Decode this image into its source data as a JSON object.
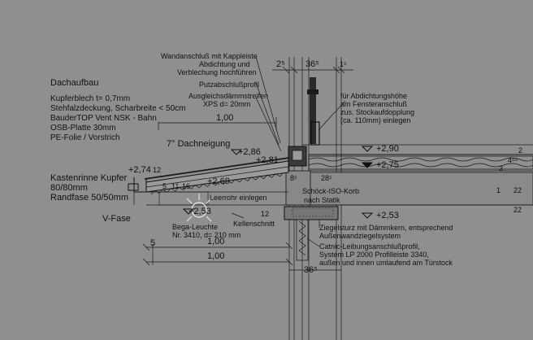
{
  "notes_left": {
    "title": "Dachaufbau",
    "lines": [
      "Kupferblech t= 0,7mm",
      "Stehfalzdeckung, Scharbreite < 50cm",
      "BauderTOP Vent NSK - Bahn",
      "OSB-Platte 30mm",
      "PE-Folie / Vorstrich"
    ],
    "gutter": [
      "Kastenrinne Kupfer",
      "80/80mm",
      "Randfase 50/50mm"
    ],
    "vfase": "V-Fase"
  },
  "callouts_top": [
    "Wandanschluß mit Kappleiste",
    "Abdichtung und",
    "Verblechung hochführen",
    "Putzabschlußprofil",
    "Ausgleichsdämmstreifen",
    "XPS d= 20mm"
  ],
  "callout_right": [
    "für Abdichtungshöhe",
    "am Fensteranschluß",
    "zus. Stockaufdopplung",
    "(ca. 110mm) einlegen"
  ],
  "callouts_bottom_right": [
    "Ziegelsturz mit Dämmkern, entsprechend",
    "Außenwandziegelsystem",
    "Catnic-Leibungsanschlußprofil,",
    "System LP 2000 Profilleiste 3340,",
    "außen und innen umlaufend am Türstock"
  ],
  "labels": {
    "dachneigung": "7° Dachneigung",
    "leerrohr": "Leerrohr einlegen",
    "schoeck": "Schöck-ISO-Korb",
    "statik": "nach Statik",
    "bega1": "Bega-Leuchte",
    "bega2": "Nr. 3410, d= 210 mm",
    "kellen": "Kellenschnitt"
  },
  "levels": [
    "+2,90",
    "+2,75",
    "+2,53",
    "+2,86",
    "+2,81",
    "+2,74",
    "+2,69",
    "+2,53"
  ],
  "dims": {
    "top_small_left": "2⁵",
    "top_mid": "36⁵",
    "top_small_right": "1⁵",
    "upper_100": "1,00",
    "bottom_100a": "1,00",
    "bottom_100b": "1,00",
    "bottom_365": "36⁵",
    "five": "5",
    "d28": "28⁵",
    "d8": "8⁵",
    "d22a": "22",
    "d22b": "22",
    "d1": "1",
    "d3": "3",
    "d465": "4⁶⁵",
    "d2": "2",
    "d12a": "12",
    "d12b": "12",
    "d5": "5",
    "d11": "11",
    "d16": "16"
  }
}
